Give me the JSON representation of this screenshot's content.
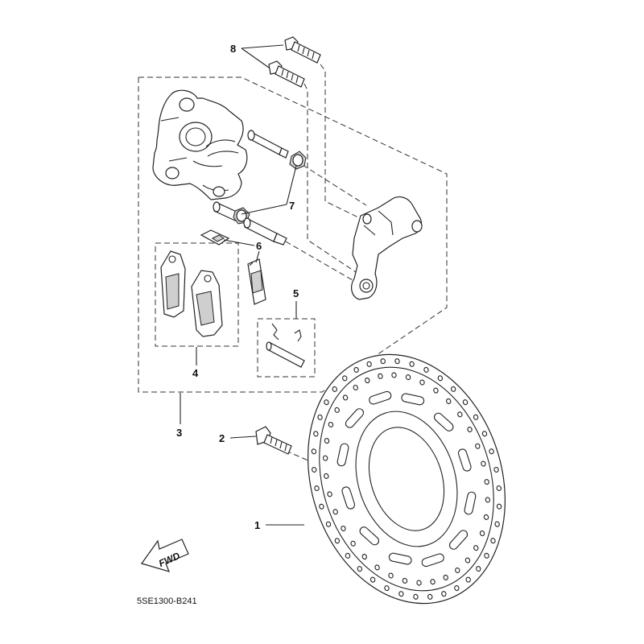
{
  "callouts": {
    "c1": "1",
    "c2": "2",
    "c3": "3",
    "c4": "4",
    "c5": "5",
    "c6": "6",
    "c7": "7",
    "c8": "8"
  },
  "fwd_label": "FWD",
  "diagram_code": "5SE1300-B241"
}
